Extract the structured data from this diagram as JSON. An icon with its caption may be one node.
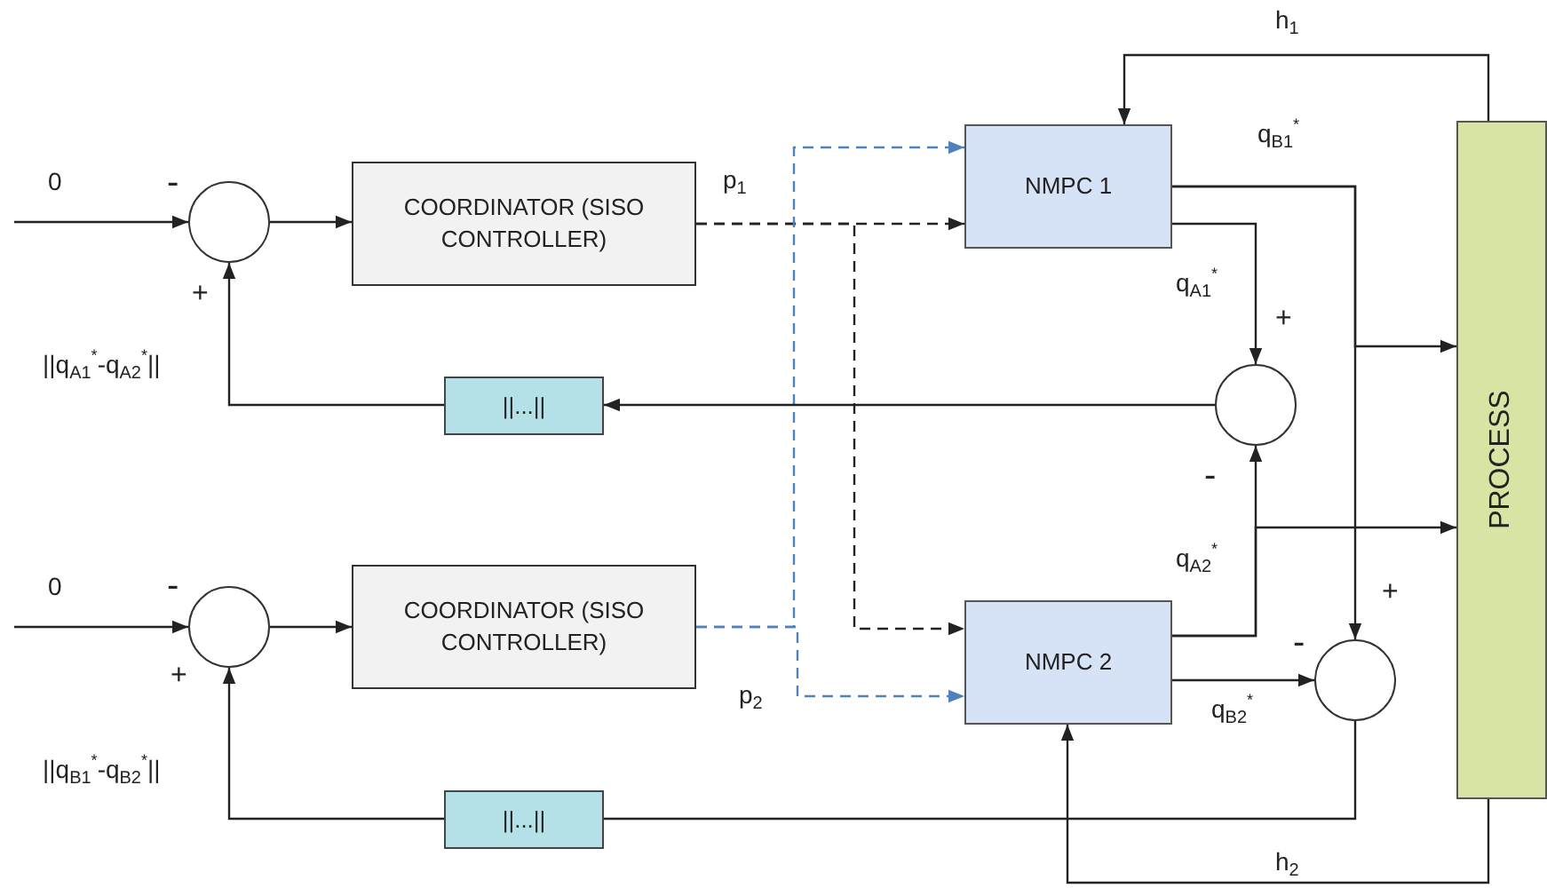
{
  "diagram": {
    "nodes": [
      {
        "text": [],
        "shape": "circle"
      },
      {
        "text": [
          "COORDINATOR (SISO CONTROLLER)"
        ]
      },
      {
        "text": [
          "NMPC 1"
        ]
      },
      {
        "text": [
          "PROCESS"
        ]
      },
      {
        "text": [],
        "shape": "circle"
      },
      {
        "text": [
          "||...||"
        ]
      },
      {
        "text": [],
        "shape": "circle"
      },
      {
        "text": [
          "COORDINATOR (SISO CONTROLLER)"
        ]
      },
      {
        "text": [
          "NMPC 2"
        ]
      },
      {
        "text": [],
        "shape": "circle"
      },
      {
        "text": [
          "||...||"
        ]
      }
    ],
    "edges": [
      {
        "from": null,
        "to": 0,
        "arrow": "to",
        "label": "0"
      },
      {
        "from": 0,
        "to": 1,
        "arrow": "to"
      },
      {
        "from": 1,
        "to": 2,
        "arrow": "to",
        "style": "dashed",
        "label": "p$_{1}$"
      },
      {
        "from": 1,
        "to": 8,
        "arrow": "to",
        "style": "dashed"
      },
      {
        "from": 7,
        "to": 2,
        "arrow": "to",
        "style": "dashed",
        "color": "#4f81bd"
      },
      {
        "from": 7,
        "to": 8,
        "arrow": "to",
        "style": "dashed",
        "color": "#4f81bd",
        "label": "p$_{2}$"
      },
      {
        "from": 3,
        "to": 2,
        "arrow": "to",
        "label": "h$_{1}$"
      },
      {
        "from": 3,
        "to": 8,
        "arrow": "to",
        "label": "h$_{2}$"
      },
      {
        "from": 2,
        "to": 3,
        "arrow": "to",
        "label": "q$_{B1}$$^{*}$"
      },
      {
        "from": 2,
        "to": 9,
        "arrow": "to"
      },
      {
        "from": 2,
        "to": 4,
        "arrow": "to",
        "label": "q$_{A1}$$^{*}$"
      },
      {
        "from": 8,
        "to": 4,
        "arrow": "to",
        "label": "q$_{A2}$$^{*}$"
      },
      {
        "from": 8,
        "to": 3,
        "arrow": "to"
      },
      {
        "from": 8,
        "to": 9,
        "arrow": "to",
        "label": "q$_{B2}$$^{*}$"
      },
      {
        "from": 4,
        "to": 5,
        "arrow": "to"
      },
      {
        "from": 5,
        "to": 0,
        "arrow": "to"
      },
      {
        "from": null,
        "to": 6,
        "arrow": "to",
        "label": "0"
      },
      {
        "from": 6,
        "to": 7,
        "arrow": "to"
      },
      {
        "from": 9,
        "to": 10,
        "arrow": "none"
      },
      {
        "from": 10,
        "to": 6,
        "arrow": "to"
      }
    ],
    "labels": [
      "-",
      "+",
      "||q$_{A1}$$^{*}$-q$_{A2}$$^{*}$||",
      "+",
      "-",
      "-",
      "+",
      "||q$_{B1}$$^{*}$-q$_{B2}$$^{*}$||",
      "+",
      "-"
    ]
  }
}
